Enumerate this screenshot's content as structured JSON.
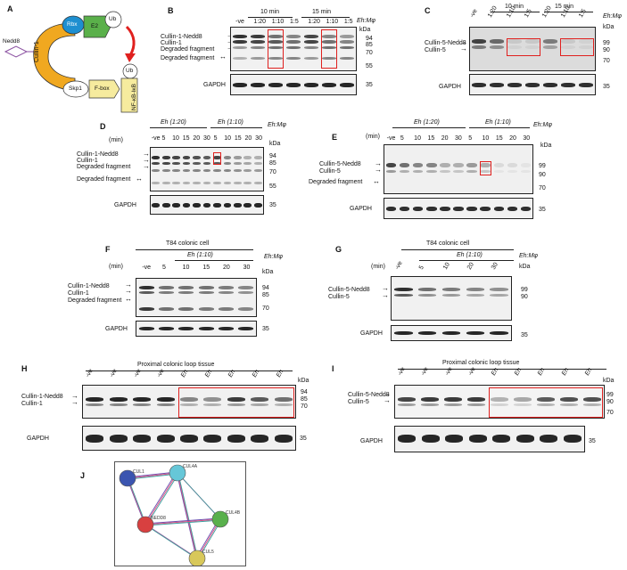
{
  "panel_labels": {
    "A": "A",
    "B": "B",
    "C": "C",
    "D": "D",
    "E": "E",
    "F": "F",
    "G": "G",
    "H": "H",
    "I": "I",
    "J": "J"
  },
  "panelA": {
    "nedd8": "Nedd8",
    "cullin1": "Cullin-1",
    "rbx": "Rbx",
    "e2": "E2",
    "ub": "Ub",
    "ub2": "Ub",
    "skp1": "Skp1",
    "fbox": "F-box",
    "nfkb": "NF-κB-IκB",
    "colors": {
      "cullin": "#f0a820",
      "rbx": "#1e8fd0",
      "e2": "#5ab04a",
      "fbox": "#f6eb9e",
      "arrow": "#e0201e",
      "nedd8": "#8a4fa0"
    }
  },
  "panelB": {
    "time1": "10 min",
    "time2": "15 min",
    "ratio_label": "Eh:Mφ",
    "lanes": [
      "-ve",
      "1:20",
      "1:10",
      "1:5",
      "1:20",
      "1:10",
      "1:5"
    ],
    "bands": [
      "Cullin-1-Nedd8",
      "Cullin-1",
      "Degraded fragment",
      "Degraded fragment"
    ],
    "kda": "kDa",
    "markers": [
      "94",
      "85",
      "70",
      "55"
    ],
    "gapdh": "GAPDH",
    "gapdh_kda": "35"
  },
  "panelC": {
    "time1": "10 min",
    "time2": "15 min",
    "ratio_label": "Eh:Mφ",
    "lanes": [
      "-ve",
      "1:20",
      "1:10",
      "1:5",
      "1:20",
      "1:10",
      "1:5"
    ],
    "bands": [
      "Cullin-5-Nedd8",
      "Cullin-5"
    ],
    "kda": "kDa",
    "markers": [
      "99",
      "90",
      "70"
    ],
    "gapdh": "GAPDH",
    "gapdh_kda": "35"
  },
  "panelD": {
    "group1": "Eh (1:20)",
    "group2": "Eh (1:10)",
    "ratio_label": "Eh:Mφ",
    "min": "(min)",
    "lanes": [
      "-ve",
      "5",
      "10",
      "15",
      "20",
      "30",
      "5",
      "10",
      "15",
      "20",
      "30"
    ],
    "bands": [
      "Cullin-1-Nedd8",
      "Cullin-1",
      "Degraded fragment",
      "Degraded fragment"
    ],
    "kda": "kDa",
    "markers": [
      "94",
      "85",
      "70",
      "55"
    ],
    "gapdh": "GAPDH",
    "gapdh_kda": "35"
  },
  "panelE": {
    "group1": "Eh (1:20)",
    "group2": "Eh (1:10)",
    "ratio_label": "Eh:Mφ",
    "min": "(min)",
    "lanes": [
      "-ve",
      "5",
      "10",
      "15",
      "20",
      "30",
      "5",
      "10",
      "15",
      "20",
      "30"
    ],
    "bands": [
      "Cullin-5-Nedd8",
      "Cullin-5",
      "Degraded fragment"
    ],
    "kda": "kDa",
    "markers": [
      "99",
      "90",
      "70"
    ],
    "gapdh": "GAPDH",
    "gapdh_kda": "35"
  },
  "panelF": {
    "cell": "T84 colonic cell",
    "group": "Eh (1:10)",
    "ratio_label": "Eh:Mφ",
    "min": "(min)",
    "lanes": [
      "-ve",
      "5",
      "10",
      "15",
      "20",
      "30"
    ],
    "bands": [
      "Cullin-1-Nedd8",
      "Cullin-1",
      "Degraded fragment"
    ],
    "kda": "kDa",
    "markers": [
      "94",
      "85",
      "70"
    ],
    "gapdh": "GAPDH",
    "gapdh_kda": "35"
  },
  "panelG": {
    "cell": "T84 colonic cell",
    "group": "Eh (1:10)",
    "ratio_label": "Eh:Mφ",
    "min": "(min)",
    "lanes": [
      "-ve",
      "5",
      "10",
      "20",
      "30"
    ],
    "bands": [
      "Cullin-5-Nedd8",
      "Cullin-5"
    ],
    "kda": "kDa",
    "markers": [
      "99",
      "90"
    ],
    "gapdh": "GAPDH",
    "gapdh_kda": "35"
  },
  "panelH": {
    "tissue": "Proximal colonic loop tissue",
    "lanes": [
      "-ve",
      "-ve",
      "-ve",
      "-ve",
      "Eh",
      "Eh",
      "Eh",
      "Eh",
      "Eh"
    ],
    "bands": [
      "Cullin-1-Nedd8",
      "Cullin-1"
    ],
    "kda": "kDa",
    "markers": [
      "94",
      "85",
      "70"
    ],
    "gapdh": "GAPDH",
    "gapdh_kda": "35"
  },
  "panelI": {
    "tissue": "Proximal colonic loop tissue",
    "lanes": [
      "-ve",
      "-ve",
      "-ve",
      "-ve",
      "Eh",
      "Eh",
      "Eh",
      "Eh",
      "Eh"
    ],
    "bands": [
      "Cullin-5-Nedd8",
      "Cullin-5"
    ],
    "kda": "kDa",
    "markers": [
      "99",
      "90",
      "70"
    ],
    "gapdh": "GAPDH",
    "gapdh_kda": "35"
  },
  "panelJ": {
    "nodes": [
      "CUL1",
      "CUL4A",
      "NEDD8",
      "CUL4B",
      "CUL5"
    ],
    "node_colors": {
      "CUL1": "#3b55b0",
      "CUL4A": "#66c7d8",
      "NEDD8": "#d84040",
      "CUL4B": "#59b04c",
      "CUL5": "#d8c85a"
    }
  }
}
